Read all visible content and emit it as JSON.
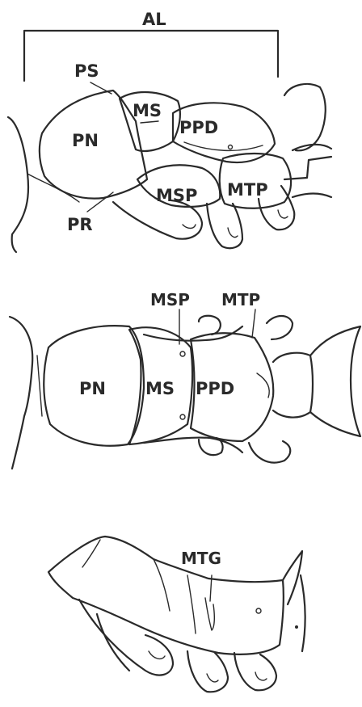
{
  "diagram": {
    "panel_top": {
      "bracket_label": "AL",
      "labels": {
        "ps": "PS",
        "pn": "PN",
        "ms": "MS",
        "ppd": "PPD",
        "msp": "MSP",
        "mtp": "MTP",
        "pr": "PR"
      }
    },
    "panel_middle": {
      "labels": {
        "msp": "MSP",
        "mtp": "MTP",
        "pn": "PN",
        "ms": "MS",
        "ppd": "PPD"
      }
    },
    "panel_bottom": {
      "labels": {
        "mtg": "MTG"
      }
    }
  }
}
